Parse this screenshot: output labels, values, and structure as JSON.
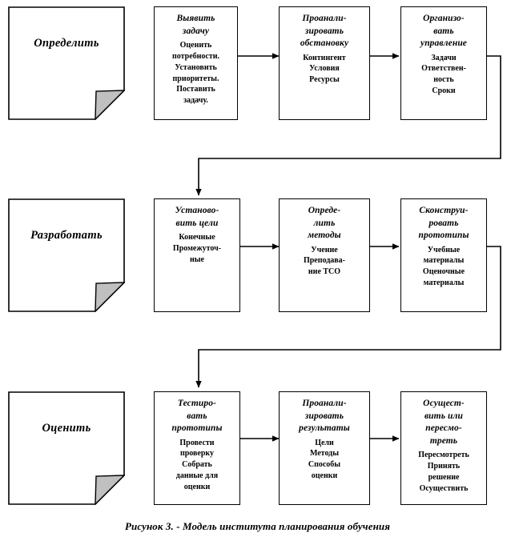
{
  "figure": {
    "caption": "Рисунок 3. - Модель института планирования обучения",
    "line_color": "#000000",
    "fold_fill": "#c0c0c0",
    "background": "#ffffff"
  },
  "phases": [
    {
      "id": "define",
      "label": "Определить"
    },
    {
      "id": "develop",
      "label": "Разработать"
    },
    {
      "id": "evaluate",
      "label": "Оценить"
    }
  ],
  "rows": [
    {
      "phase": "Определить",
      "steps": [
        {
          "title": [
            "Выявить",
            "задачу"
          ],
          "items": [
            "Оценить",
            "потребности.",
            "Установить",
            "приоритеты.",
            "Поставить",
            "задачу."
          ]
        },
        {
          "title": [
            "Проанали-",
            "зировать",
            "обстановку"
          ],
          "items": [
            "Контингент",
            "Условия",
            "Ресурсы"
          ]
        },
        {
          "title": [
            "Организо-",
            "вать",
            "управление"
          ],
          "items": [
            "Задачи",
            "Ответствен-",
            "ность",
            "Сроки"
          ]
        }
      ]
    },
    {
      "phase": "Разработать",
      "steps": [
        {
          "title": [
            "Установо-",
            "вить цели"
          ],
          "items": [
            "Конечные",
            "Промежуточ-",
            "ные"
          ]
        },
        {
          "title": [
            "Опреде-",
            "лить",
            "методы"
          ],
          "items": [
            "Учение",
            "Преподава-",
            "ние ТСО"
          ]
        },
        {
          "title": [
            "Сконструи-",
            "ровать",
            "прототипы"
          ],
          "items": [
            "Учебные",
            "материалы",
            "Оценочные",
            "материалы"
          ]
        }
      ]
    },
    {
      "phase": "Оценить",
      "steps": [
        {
          "title": [
            "Тестиро-",
            "вать",
            "прототипы"
          ],
          "items": [
            "Провести",
            "проверку",
            "Собрать",
            "данные для",
            "оценки"
          ]
        },
        {
          "title": [
            "Проанали-",
            "зировать",
            "результаты"
          ],
          "items": [
            "Цели",
            "Методы",
            "Способы",
            "оценки"
          ]
        },
        {
          "title": [
            "Осущест-",
            "вить или",
            "пересмо-",
            "треть"
          ],
          "items": [
            "Пересмотреть",
            "Принять",
            "решение",
            "Осуществить"
          ]
        }
      ]
    }
  ]
}
